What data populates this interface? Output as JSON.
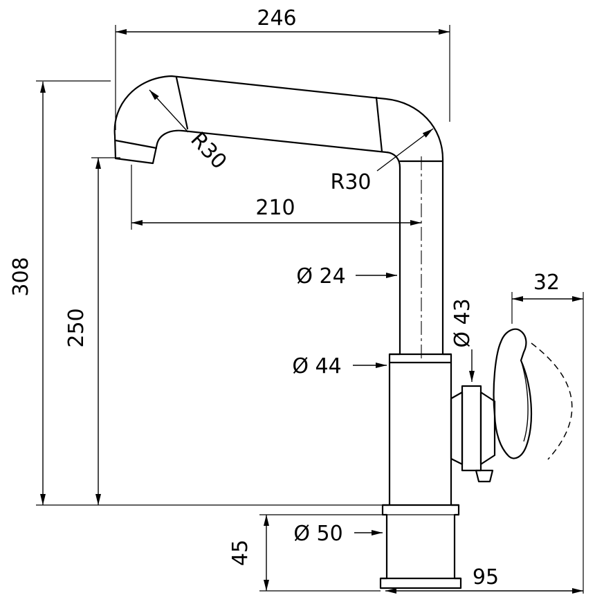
{
  "page": {
    "background": "#ffffff",
    "line_color": "#000000",
    "subject": "kitchen faucet technical dimension drawing, side elevation"
  },
  "dimensions": {
    "top_width": "246",
    "overall_height": "308",
    "outlet_height": "250",
    "spout_reach": "210",
    "left_bend_radius": "R30",
    "right_bend_radius": "R30",
    "spout_tube_diameter": "Ø 24",
    "handle_width": "32",
    "handle_hub_diameter": "Ø 43",
    "body_diameter": "Ø 44",
    "base_height": "45",
    "base_diameter": "Ø 50",
    "handle_projection": "95"
  }
}
